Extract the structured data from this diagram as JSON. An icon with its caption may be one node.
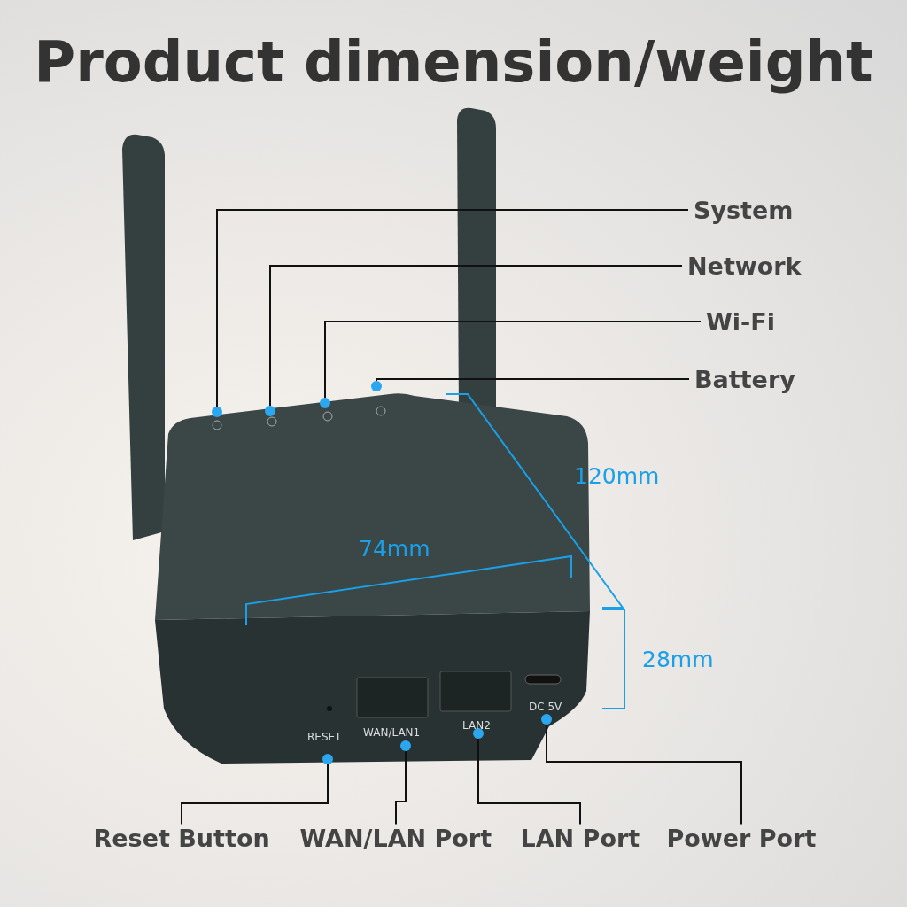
{
  "diagram": {
    "title": "Product dimension/weight",
    "nodes": [
      {
        "text": [
          "System"
        ]
      },
      {
        "text": [
          "Network"
        ]
      },
      {
        "text": [
          "Wi-Fi"
        ]
      },
      {
        "text": [
          "Battery"
        ]
      },
      {
        "text": [
          "Reset Button"
        ]
      },
      {
        "text": [
          "WAN/LAN Port"
        ]
      },
      {
        "text": [
          "LAN Port"
        ]
      },
      {
        "text": [
          "Power Port"
        ]
      },
      {
        "text": [],
        "shape": "circle"
      },
      {
        "text": [],
        "shape": "circle"
      },
      {
        "text": [],
        "shape": "circle"
      },
      {
        "text": [],
        "shape": "circle"
      },
      {
        "text": [],
        "shape": "circle"
      },
      {
        "text": [],
        "shape": "circle"
      },
      {
        "text": [],
        "shape": "circle"
      },
      {
        "text": [],
        "shape": "circle"
      }
    ],
    "edges": [
      {
        "from": 0,
        "to": 8,
        "arrow": "none"
      },
      {
        "from": 1,
        "to": 9,
        "arrow": "none"
      },
      {
        "from": 2,
        "to": 10,
        "arrow": "none"
      },
      {
        "from": 3,
        "to": 11,
        "arrow": "none"
      },
      {
        "from": 4,
        "to": 12,
        "arrow": "none"
      },
      {
        "from": 5,
        "to": 13,
        "arrow": "none"
      },
      {
        "from": 6,
        "to": 14,
        "arrow": "none"
      },
      {
        "from": 7,
        "to": 15,
        "arrow": "none"
      }
    ],
    "labels": [
      "120mm",
      "74mm",
      "28mm",
      "RESET",
      "WAN/LAN1",
      "LAN2",
      "DC 5V"
    ]
  }
}
